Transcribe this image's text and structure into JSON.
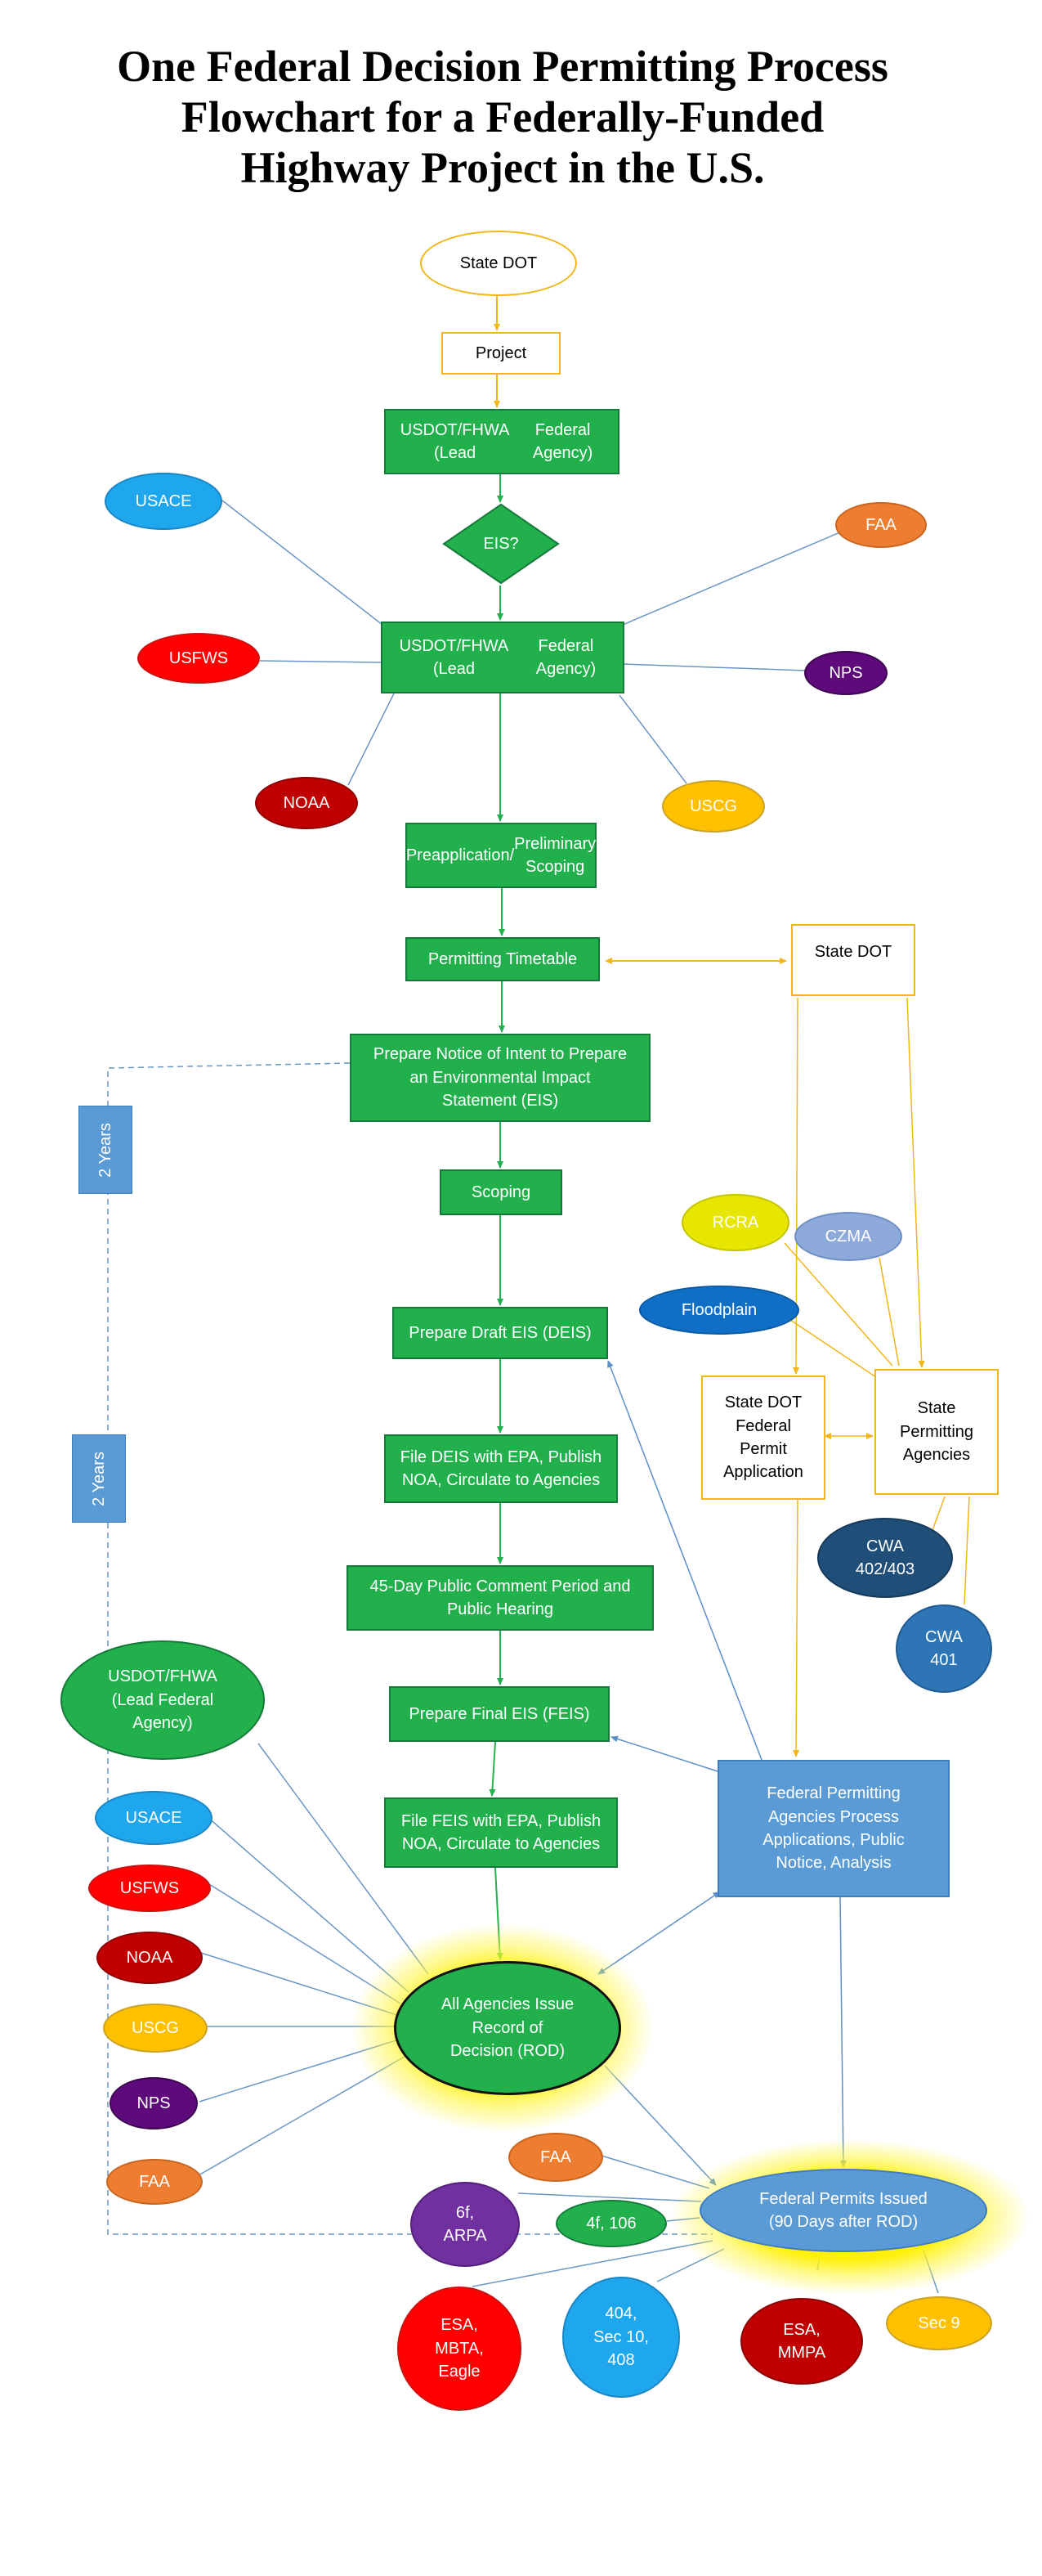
{
  "title": {
    "line1": "One Federal Decision Permitting Process",
    "line2": "Flowchart for a Federally-Funded",
    "line3": "Highway Project in the U.S."
  },
  "nodes": {
    "state_dot_top": "State DOT",
    "project": "Project",
    "lead_agency_1": [
      "USDOT/FHWA (Lead",
      "Federal Agency)"
    ],
    "eis_question": "EIS?",
    "lead_agency_2": [
      "USDOT/FHWA (Lead",
      "Federal Agency)"
    ],
    "preapplication": [
      "Preapplication/",
      "Preliminary Scoping"
    ],
    "permitting_timetable": "Permitting Timetable",
    "state_dot_right": "State DOT",
    "notice_of_intent": [
      "Prepare Notice of Intent to Prepare",
      "an Environmental Impact",
      "Statement (EIS)"
    ],
    "scoping": "Scoping",
    "draft_eis": "Prepare Draft EIS (DEIS)",
    "file_deis": [
      "File DEIS with EPA, Publish",
      "NOA, Circulate to Agencies"
    ],
    "comment_period": [
      "45-Day Public Comment Period and",
      "Public Hearing"
    ],
    "final_eis": "Prepare Final EIS (FEIS)",
    "file_feis": [
      "File FEIS with EPA, Publish",
      "NOA, Circulate to Agencies"
    ],
    "rod": [
      "All Agencies Issue",
      "Record of",
      "Decision (ROD)"
    ],
    "lead_agency_3": [
      "USDOT/FHWA",
      "(Lead Federal",
      "Agency)"
    ],
    "state_dot_federal_permit": [
      "State DOT",
      "Federal",
      "Permit",
      "Application"
    ],
    "state_permitting_agencies": [
      "State",
      "Permitting",
      "Agencies"
    ],
    "federal_permitting_process": [
      "Federal Permitting",
      "Agencies Process",
      "Applications, Public",
      "Notice, Analysis"
    ],
    "federal_permits_issued": [
      "Federal Permits Issued",
      "(90 Days after ROD)"
    ],
    "two_years_1": "2 Years",
    "two_years_2": "2 Years"
  },
  "agencies_top": {
    "usace": "USACE",
    "faa": "FAA",
    "usfws": "USFWS",
    "nps": "NPS",
    "noaa": "NOAA",
    "uscg": "USCG"
  },
  "state_items": {
    "rcra": "RCRA",
    "czma": "CZMA",
    "floodplain": "Floodplain",
    "cwa_402_403": [
      "CWA",
      "402/403"
    ],
    "cwa_401": [
      "CWA",
      "401"
    ]
  },
  "agencies_bottom": {
    "usace": "USACE",
    "usfws": "USFWS",
    "noaa": "NOAA",
    "uscg": "USCG",
    "nps": "NPS",
    "faa": "FAA"
  },
  "permits": {
    "faa": "FAA",
    "sec_6f": [
      "6f,",
      "ARPA"
    ],
    "sec_4f": "4f, 106",
    "esa_mbta": [
      "ESA,",
      "MBTA,",
      "Eagle"
    ],
    "sec_404": [
      "404,",
      "Sec 10,",
      "408"
    ],
    "esa_mmpa": [
      "ESA,",
      "MMPA"
    ],
    "sec_9": "Sec 9"
  },
  "colors": {
    "green": "#22b04d",
    "green_border": "#15793a",
    "yellow_arrow": "#f2b61a",
    "blue_box": "#5b9bd5",
    "connector_blue": "#6a96c6",
    "usace": "#1fa7ee",
    "faa": "#ed7d31",
    "usfws": "#ff0000",
    "nps": "#5e0a7a",
    "noaa": "#c00000",
    "uscg": "#ffc000",
    "rcra": "#e6e600",
    "czma": "#8eaadb",
    "floodplain": "#0f6fc6",
    "cwa_402_403": "#1f4e79",
    "cwa_401": "#2e75b6",
    "sec_6f": "#7030a0",
    "esa_mbta": "#ff0000",
    "sec_404": "#1fa7ee",
    "esa_mmpa": "#c00000",
    "sec_9": "#ffc000"
  }
}
